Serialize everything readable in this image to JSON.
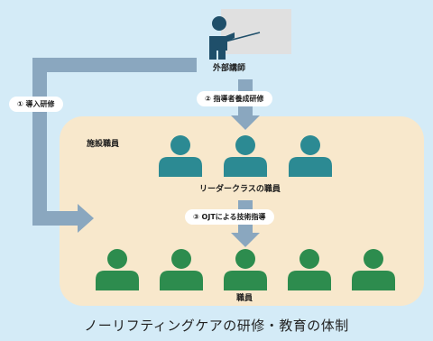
{
  "diagram": {
    "lecturer_label": "外部講師",
    "facility_label": "施設職員",
    "leaders_label": "リーダークラスの職員",
    "staff_label": "職員",
    "step1": "① 導入研修",
    "step2": "② 指導者養成研修",
    "step3": "③ OJTによる技術指導",
    "caption": "ノーリフティングケアの研修・教育の体制"
  },
  "colors": {
    "background": "#d4ebf7",
    "facility_box": "#f8e8cc",
    "arrow": "#8aa7bf",
    "leader_person": "#2c8a93",
    "staff_person": "#2d8c4e",
    "lecturer": "#1f4f6a",
    "board": "#e0e0e0"
  }
}
